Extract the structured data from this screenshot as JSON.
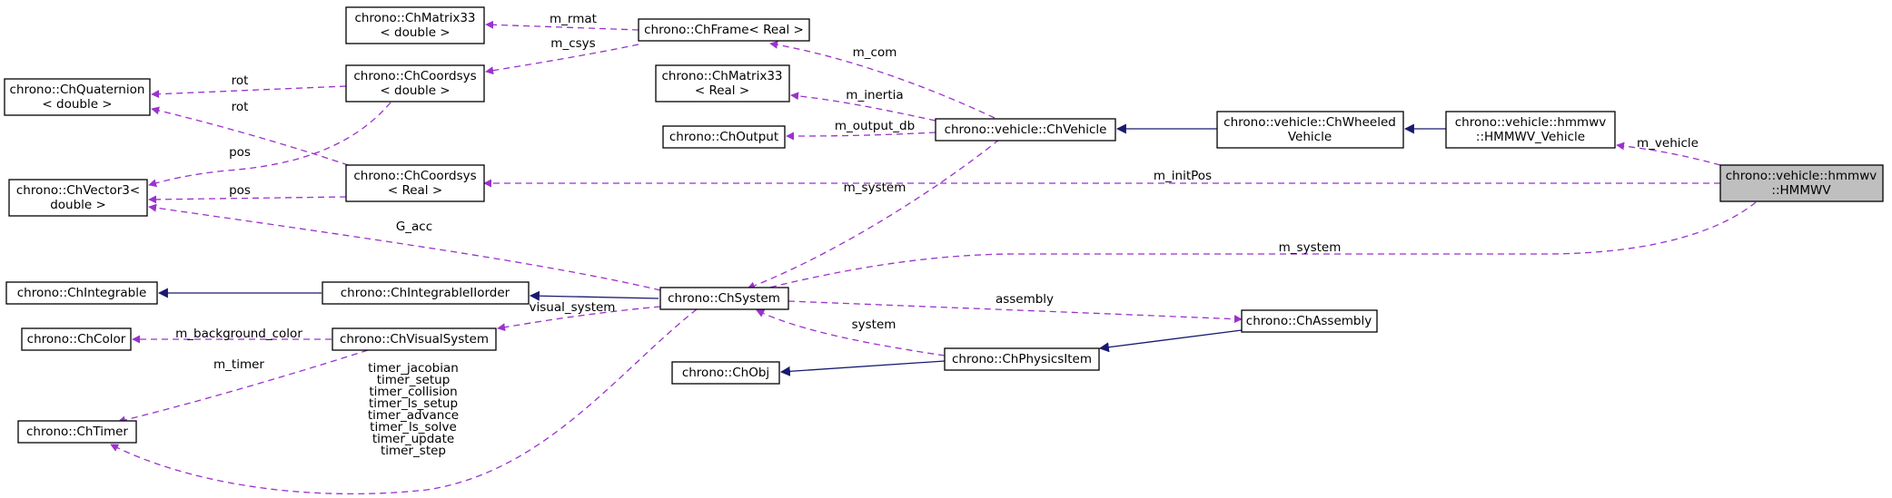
{
  "diagram": {
    "colors": {
      "usage_edge": "#9a32cd",
      "inheritance_edge": "#191970",
      "focus_fill": "#bfbfbf",
      "node_fill": "#ffffff"
    },
    "nodes": {
      "hmmwv": [
        "chrono::vehicle::hmmwv",
        "::HMMWV"
      ],
      "hmmwv_vehicle": [
        "chrono::vehicle::hmmwv",
        "::HMMWV_Vehicle"
      ],
      "wheeled": [
        "chrono::vehicle::ChWheeled",
        "Vehicle"
      ],
      "chvehicle": [
        "chrono::vehicle::ChVehicle"
      ],
      "frame": [
        "chrono::ChFrame< Real >"
      ],
      "m33d": [
        "chrono::ChMatrix33",
        "< double >"
      ],
      "m33r": [
        "chrono::ChMatrix33",
        "< Real >"
      ],
      "output": [
        "chrono::ChOutput"
      ],
      "csd": [
        "chrono::ChCoordsys",
        "< double >"
      ],
      "csr": [
        "chrono::ChCoordsys",
        "< Real >"
      ],
      "quat": [
        "chrono::ChQuaternion",
        "< double >"
      ],
      "vec3": [
        "chrono::ChVector3<",
        "double >"
      ],
      "integrable": [
        "chrono::ChIntegrable"
      ],
      "integ1": [
        "chrono::ChIntegrableIIorder"
      ],
      "system": [
        "chrono::ChSystem"
      ],
      "color": [
        "chrono::ChColor"
      ],
      "visual": [
        "chrono::ChVisualSystem"
      ],
      "timer": [
        "chrono::ChTimer"
      ],
      "assembly": [
        "chrono::ChAssembly"
      ],
      "physics": [
        "chrono::ChPhysicsItem"
      ],
      "obj": [
        "chrono::ChObj"
      ]
    },
    "edge_labels": {
      "m_rmat": "m_rmat",
      "m_csys": "m_csys",
      "rot1": "rot",
      "rot2": "rot",
      "pos1": "pos",
      "pos2": "pos",
      "m_com": "m_com",
      "m_inertia": "m_inertia",
      "m_output_db": "m_output_db",
      "m_system1": "m_system",
      "m_system2": "m_system",
      "m_vehicle": "m_vehicle",
      "m_initPos": "m_initPos",
      "G_acc": "G_acc",
      "visual_system": "visual_system",
      "assembly": "assembly",
      "system": "system",
      "m_background_color": "m_background_color",
      "m_timer": "m_timer",
      "timers": [
        "timer_jacobian",
        "timer_setup",
        "timer_collision",
        "timer_ls_setup",
        "timer_advance",
        "timer_ls_solve",
        "timer_update",
        "timer_step"
      ]
    }
  }
}
